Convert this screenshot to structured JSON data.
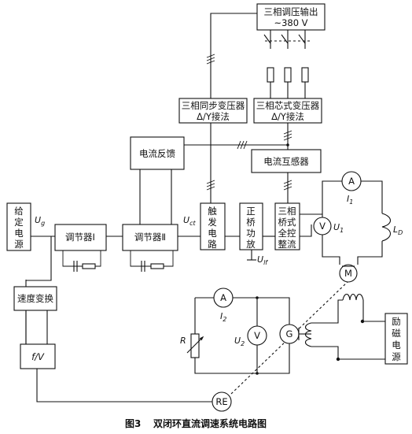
{
  "caption": {
    "num": "图3",
    "text": "双闭环直流调速系统电路图"
  },
  "blocks": {
    "supply": [
      "三相调压输出",
      "~380 V"
    ],
    "sync_transformer": [
      "三相同步变压器",
      "Δ/Y接法"
    ],
    "core_transformer": [
      "三相芯式变压器",
      "Δ/Y接法"
    ],
    "current_feedback": "电流反馈",
    "current_transformer": "电流互感器",
    "reference": [
      "给",
      "定",
      "电",
      "源"
    ],
    "regulator1": "调节器Ⅰ",
    "regulator2": "调节器Ⅱ",
    "trigger": [
      "触",
      "发",
      "电",
      "路"
    ],
    "pulse_amp": [
      "正",
      "桥",
      "功",
      "放"
    ],
    "bridge": [
      "三相",
      "桥式",
      "全控",
      "整流"
    ],
    "speed_convert": "速度变换",
    "fv": "f/V",
    "excitation": [
      "励",
      "磁",
      "电",
      "源"
    ]
  },
  "symbols": {
    "ug": [
      "U",
      "g"
    ],
    "uct": [
      "U",
      "ct"
    ],
    "ulf": [
      "U",
      "lf"
    ],
    "i1": [
      "I",
      "1"
    ],
    "u1": [
      "U",
      "1"
    ],
    "ld": [
      "L",
      "D"
    ],
    "i2": [
      "I",
      "2"
    ],
    "u2": [
      "U",
      "2"
    ],
    "r": "R",
    "ammeter": "A",
    "voltmeter": "V",
    "motor": "M",
    "generator": "G",
    "encoder": "RE"
  }
}
